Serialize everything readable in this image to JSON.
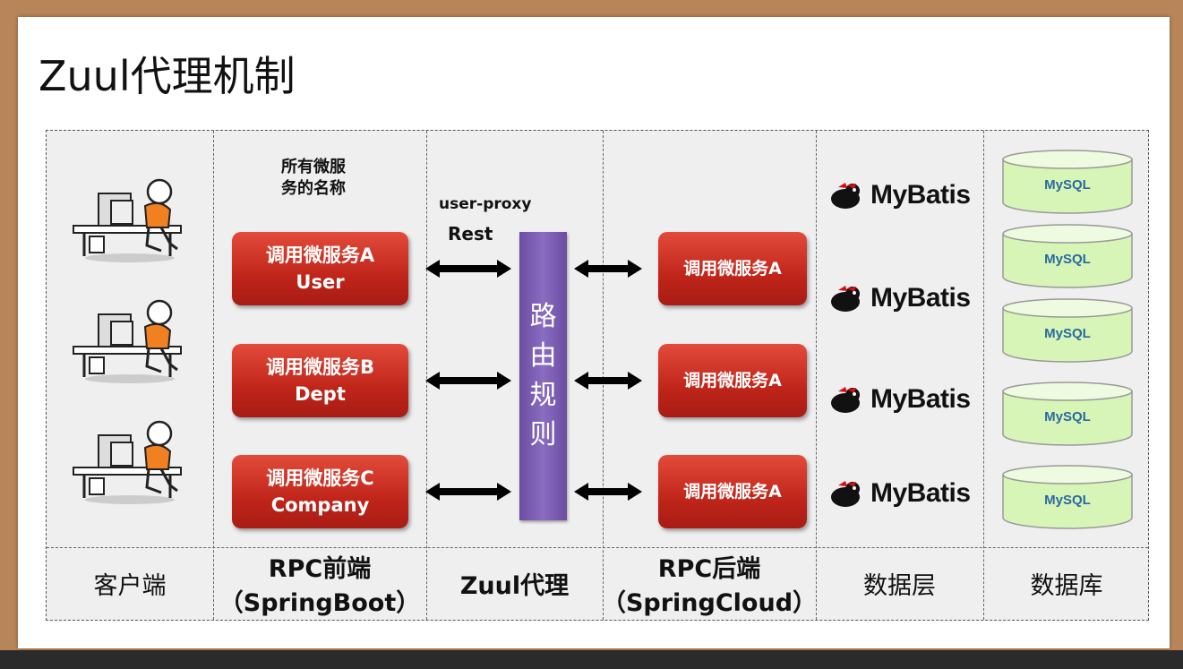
{
  "title": "Zuul代理机制",
  "note_service_names": [
    "所有微服",
    "务的名称"
  ],
  "proxy_name": "user-proxy",
  "proxy_protocol": "Rest",
  "router_label": [
    "路",
    "由",
    "规",
    "则"
  ],
  "frontend_services": [
    {
      "line1": "调用微服务A",
      "line2": "User"
    },
    {
      "line1": "调用微服务B",
      "line2": "Dept"
    },
    {
      "line1": "调用微服务C",
      "line2": "Company"
    }
  ],
  "backend_services": [
    "调用微服务A",
    "调用微服务A",
    "调用微服务A"
  ],
  "mybatis_label": "MyBatis",
  "mysql_label": "MySQL",
  "columns": [
    {
      "line1": "客户端",
      "line2": ""
    },
    {
      "line1": "RPC前端",
      "line2": "（SpringBoot）"
    },
    {
      "line1": "Zuul代理",
      "line2": ""
    },
    {
      "line1": "RPC后端",
      "line2": "（SpringCloud）"
    },
    {
      "line1": "数据层",
      "line2": ""
    },
    {
      "line1": "数据库",
      "line2": ""
    }
  ],
  "colors": {
    "red_button": "#c0251a",
    "router": "#7b5fb3",
    "mysql_cylinder": "#d8f5b8"
  }
}
